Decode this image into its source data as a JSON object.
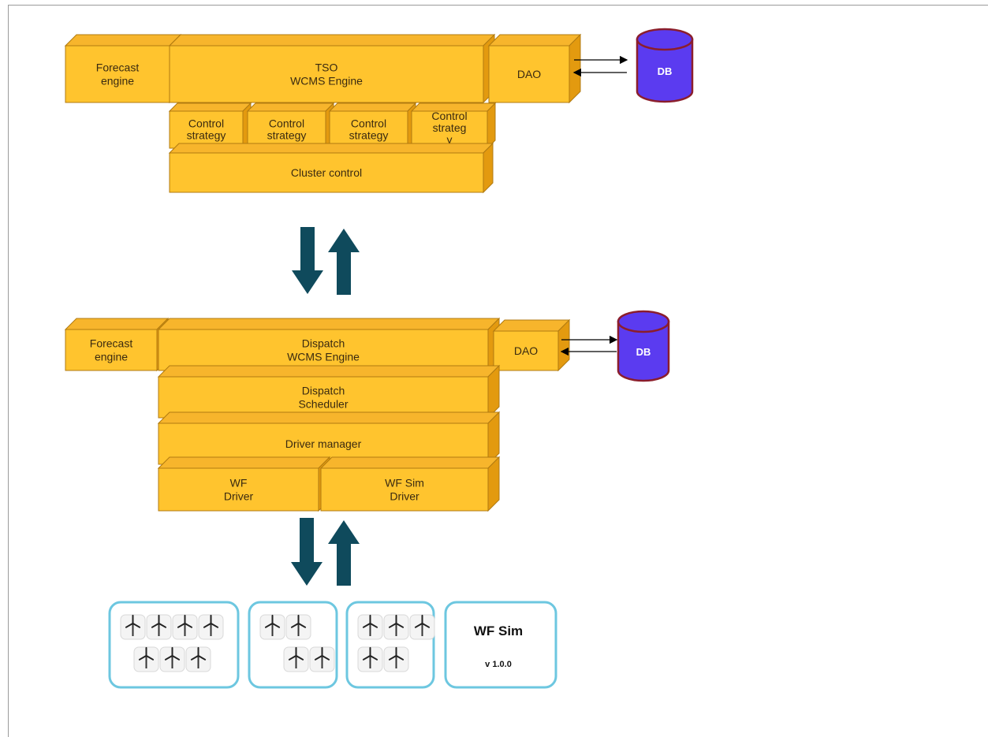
{
  "colors": {
    "box_front": "#FFC42E",
    "box_top": "#F7B52C",
    "box_side": "#E39A0F",
    "box_edge": "#B07A10",
    "db_fill": "#5B3BF0",
    "db_edge": "#8B1E2C",
    "arrow_big": "#0F4A5C",
    "group_border": "#6DC7E0"
  },
  "tso": {
    "forecast": [
      "Forecast",
      "engine"
    ],
    "engine": [
      "TSO",
      "WCMS Engine"
    ],
    "dao": "DAO",
    "db": "DB",
    "strategies": [
      [
        "Control",
        "strategy"
      ],
      [
        "Control",
        "strategy"
      ],
      [
        "Control",
        "strategy"
      ],
      [
        "Control",
        "strateg",
        "y"
      ]
    ],
    "cluster": "Cluster control"
  },
  "dispatch": {
    "forecast": [
      "Forecast",
      "engine"
    ],
    "engine": [
      "Dispatch",
      "WCMS Engine"
    ],
    "dao": "DAO",
    "db": "DB",
    "scheduler": [
      "Dispatch",
      "Scheduler"
    ],
    "driver_manager": "Driver manager",
    "wf_driver": [
      "WF",
      "Driver"
    ],
    "wf_sim_driver": [
      "WF Sim",
      "Driver"
    ]
  },
  "farms": {
    "groups": [
      {
        "rows": [
          4,
          3
        ]
      },
      {
        "rows": [
          2,
          2
        ]
      },
      {
        "rows": [
          3,
          2
        ]
      }
    ],
    "icon": "wind-turbine-icon",
    "sim": {
      "title": "WF Sim",
      "version": "v 1.0.0"
    }
  }
}
